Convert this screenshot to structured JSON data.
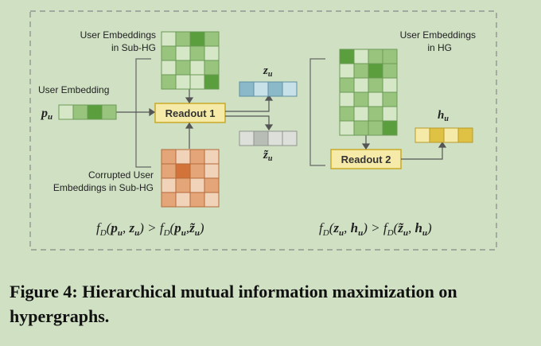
{
  "labels": {
    "user_emb_sub_1": "User Embeddings",
    "user_emb_sub_2": "in Sub-HG",
    "user_embedding": "User Embedding",
    "p_u": "p",
    "p_u_sub": "u",
    "corrupted_1": "Corrupted User",
    "corrupted_2": "Embeddings in Sub-HG",
    "readout1": "Readout 1",
    "readout2": "Readout 2",
    "z_u": "z",
    "z_u_sub": "u",
    "z_tilde": "z̃",
    "z_tilde_sub": "u",
    "user_emb_hg_1": "User Embeddings",
    "user_emb_hg_2": "in HG",
    "h_u": "h",
    "h_u_sub": "u"
  },
  "formulas": {
    "left": "f_D(p_u, z_u) > f_D(p_u, z̃_u)",
    "right": "f_D(z_u, h_u) > f_D(z̃_u, h_u)"
  },
  "caption": "Figure 4: Hierarchical mutual information maximization on hypergraphs.",
  "colors": {
    "background": "#cfe0c3",
    "green_dark": "#5a9e3e",
    "green_mid": "#98c47e",
    "green_light": "#d6e7c8",
    "orange_dark": "#d2743a",
    "orange_mid": "#e4a678",
    "orange_light": "#f0d3b8",
    "blue_mid": "#8bb9c9",
    "blue_light": "#c8e0e8",
    "gray_mid": "#b8bdb5",
    "gray_light": "#dde0da",
    "yellow_fill": "#f6eaa8",
    "yellow_border": "#c9a927",
    "yellow_mid": "#dfc244"
  }
}
